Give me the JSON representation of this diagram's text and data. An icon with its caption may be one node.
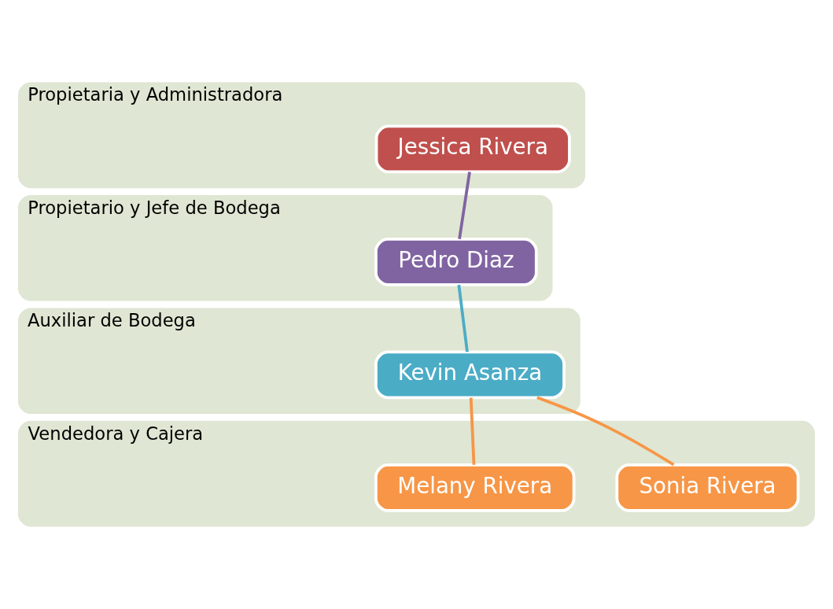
{
  "diagram": {
    "nodes": [
      {
        "text": [
          "Propietaria y Administradora"
        ]
      },
      {
        "text": [
          "Jessica Rivera"
        ],
        "in": 0
      },
      {
        "text": [
          "Propietario y Jefe de Bodega"
        ]
      },
      {
        "text": [
          "Pedro Diaz"
        ],
        "in": 2
      },
      {
        "text": [
          "Auxiliar de Bodega"
        ]
      },
      {
        "text": [
          "Kevin Asanza"
        ],
        "in": 4
      },
      {
        "text": [
          "Vendedora y Cajera"
        ]
      },
      {
        "text": [
          "Melany Rivera"
        ],
        "in": 6
      },
      {
        "text": [
          "Sonia Rivera"
        ],
        "in": 6
      }
    ],
    "edges": [
      {
        "from": 1,
        "to": 3,
        "arrow": "none",
        "color": "#8064a2"
      },
      {
        "from": 3,
        "to": 5,
        "arrow": "none",
        "color": "#4bacc6"
      },
      {
        "from": 5,
        "to": 7,
        "arrow": "none",
        "color": "#f79646"
      },
      {
        "from": 5,
        "to": 8,
        "arrow": "none",
        "color": "#f79646"
      }
    ]
  }
}
